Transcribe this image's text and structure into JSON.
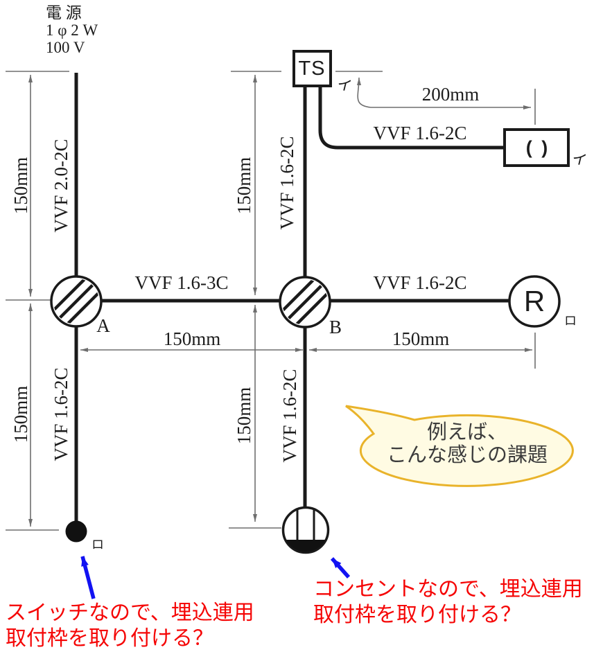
{
  "power_source": {
    "name_label": "電 源",
    "phase_label": "1 φ 2 W",
    "voltage_label": "100 V"
  },
  "cables": {
    "feed": "VVF 2.0-2C",
    "a_to_b": "VVF 1.6-3C",
    "b_to_ts": "VVF 1.6-2C",
    "b_to_lamp": "VVF 1.6-2C",
    "ts_to_rosette": "VVF 1.6-2C",
    "a_to_switch": "VVF 1.6-2C",
    "b_to_outlet": "VVF 1.6-2C"
  },
  "dimensions": {
    "feed_length": "150mm",
    "a_switch_length": "150mm",
    "b_ts_length": "150mm",
    "b_outlet_length": "150mm",
    "a_b_span": "150mm",
    "b_lamp_span": "150mm",
    "ts_rosette_span": "200mm"
  },
  "devices": {
    "junction_a": "A",
    "junction_b": "B",
    "lamp": "R",
    "timer_switch": "TS",
    "ceiling_rosette": "( )",
    "circuit_i_near_ts": "イ",
    "circuit_i_near_rosette": "イ",
    "circuit_ro_near_lamp": "ロ",
    "circuit_ro_near_switch": "ロ"
  },
  "speech_bubble": {
    "line1": "例えば、",
    "line2": "こんな感じの課題"
  },
  "notes": {
    "switch_line1": "スイッチなので、埋込連用",
    "switch_line2": "取付枠を取り付ける？",
    "outlet_line1": "コンセントなので、埋込連用",
    "outlet_line2": "取付枠を取り付ける？"
  },
  "colors": {
    "wire": "#1a1a1a",
    "dimension": "#6e6e6e",
    "note_red": "#f50505",
    "arrow_blue": "#1212f2",
    "bubble_border": "#e9b32a",
    "bubble_fill": "#fffbe3"
  }
}
